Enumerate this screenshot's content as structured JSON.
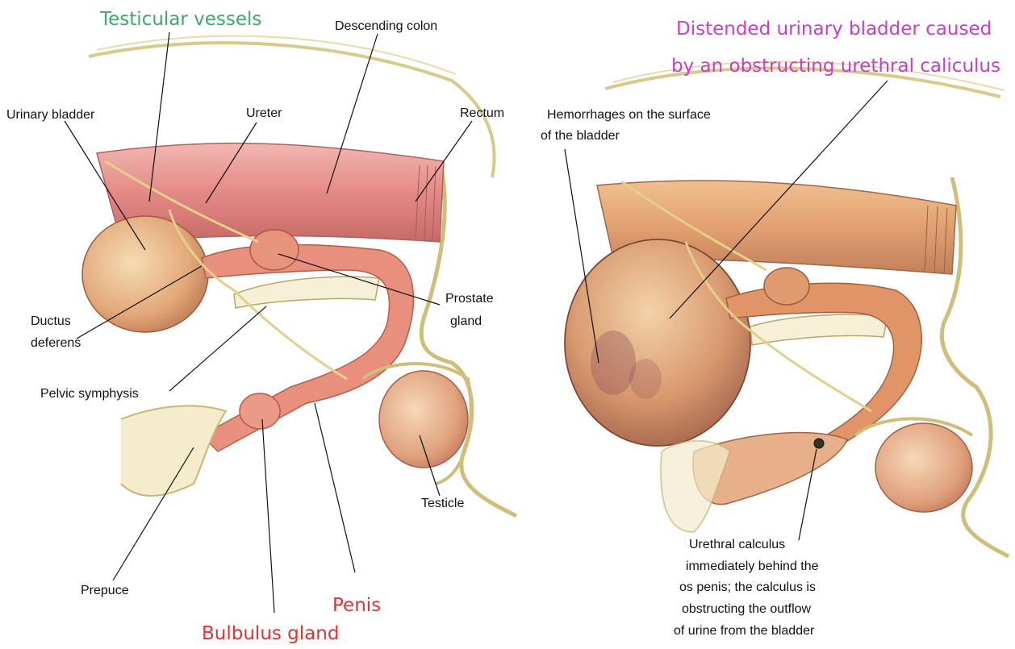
{
  "colors": {
    "green_label": "#3ea96a",
    "red_label": "#e03434",
    "magenta_label": "#c83ec8"
  },
  "left_diagram": {
    "testicular_vessels": "Testicular vessels",
    "descending_colon": "Descending colon",
    "urinary_bladder": "Urinary bladder",
    "ureter": "Ureter",
    "rectum": "Rectum",
    "prostate_gland": [
      "Prostate",
      "gland"
    ],
    "ductus_deferens": [
      "Ductus",
      "deferens"
    ],
    "pelvic_symphysis": "Pelvic symphysis",
    "testicle": "Testicle",
    "prepuce": "Prepuce",
    "penis": "Penis",
    "bulbulus_gland": "Bulbulus gland"
  },
  "right_diagram": {
    "distended_bladder": [
      "Distended urinary bladder caused",
      "by an obstructing urethral caliculus"
    ],
    "hemorrhages": [
      "Hemorrhages on the surface",
      "of the bladder"
    ],
    "urethral_calculus": [
      "Urethral calculus",
      "immediately behind the",
      "os penis; the calculus is",
      "obstructing the outflow",
      "of urine from the bladder"
    ]
  }
}
